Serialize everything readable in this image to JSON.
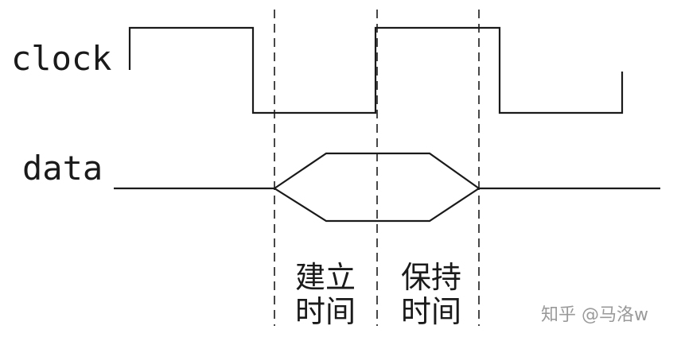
{
  "signals": {
    "clock_label": "clock",
    "data_label": "data"
  },
  "annotations": {
    "setup_line1": "建立",
    "setup_line2": "时间",
    "hold_line1": "保持",
    "hold_line2": "时间"
  },
  "watermark": {
    "text": "知乎 @马洛w"
  },
  "colors": {
    "ink": "#1a1a1a",
    "watermark": "#9a9a9a",
    "background": "#ffffff"
  }
}
